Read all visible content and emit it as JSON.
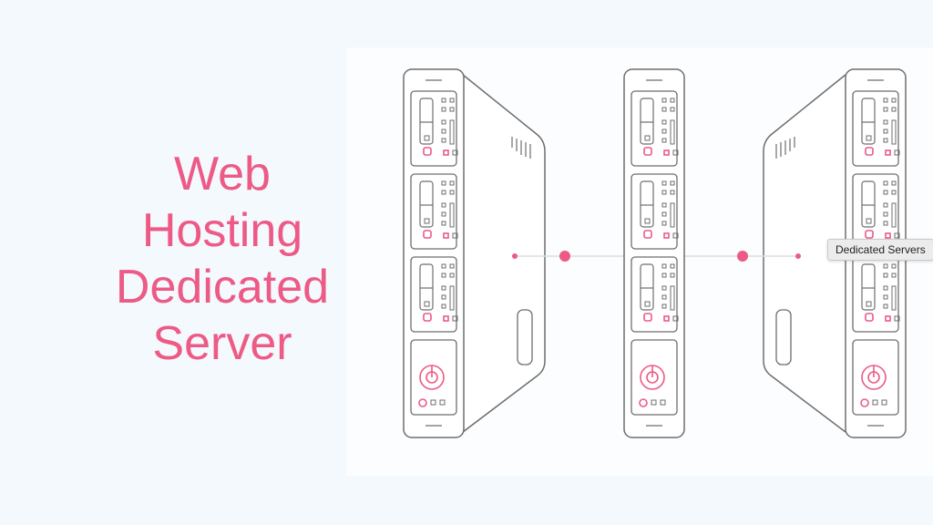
{
  "heading": {
    "line1": "Web",
    "line2": "Hosting",
    "line3": "Dedicated",
    "line4": "Server"
  },
  "tooltip": {
    "text": "Dedicated Servers"
  },
  "colors": {
    "accent": "#ed5a86",
    "outline": "#6e6e6e",
    "background": "#f3f9fc"
  },
  "illustration": {
    "icon": "server-rack-icon",
    "servers": [
      "server-left",
      "server-center",
      "server-right"
    ]
  }
}
